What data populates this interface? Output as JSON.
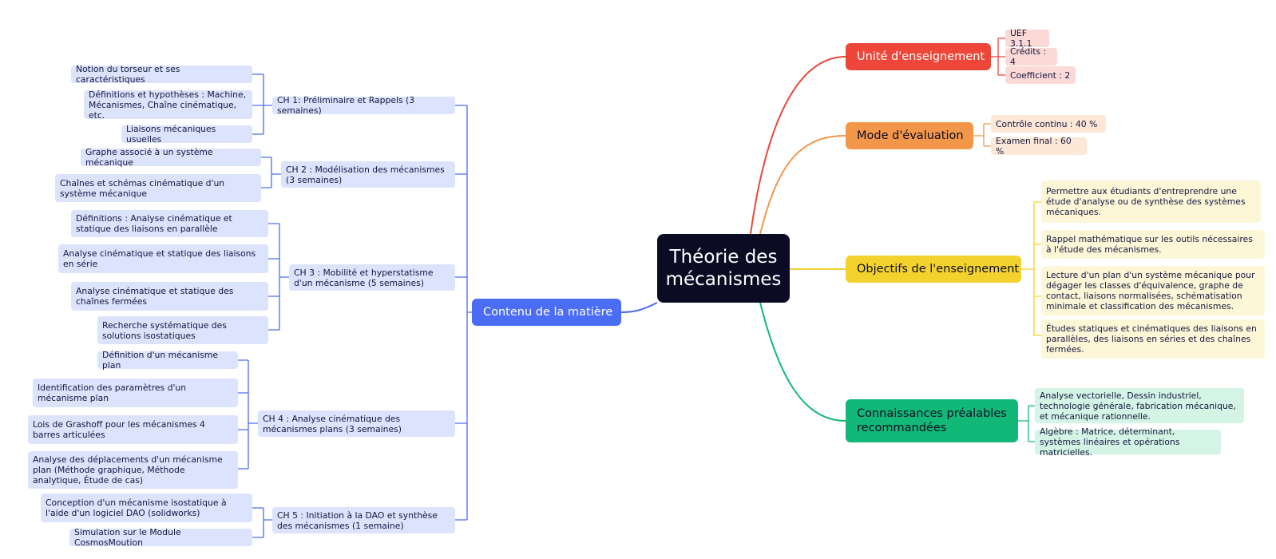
{
  "central": {
    "title": "Théorie des mécanismes"
  },
  "colors": {
    "central": "#0b0c24",
    "unite": "#ee4638",
    "mode": "#f2974a",
    "objectifs": "#f3d22e",
    "connaissances": "#12b878",
    "contenu": "#4b6cf5"
  },
  "unite": {
    "label": "Unité d'enseignement",
    "items": [
      "UEF 3.1.1",
      "Crédits : 4",
      "Coefficient : 2"
    ]
  },
  "mode": {
    "label": "Mode d'évaluation",
    "items": [
      "Contrôle continu : 40 %",
      "Examen final : 60 %"
    ]
  },
  "objectifs": {
    "label": "Objectifs de l'enseignement",
    "items": [
      "Permettre aux étudiants d'entreprendre une étude d'analyse ou de synthèse des systèmes mécaniques.",
      "Rappel mathématique sur les outils nécessaires à l'étude des mécanismes.",
      "Lecture d'un plan d'un système mécanique pour dégager les classes d'équivalence, graphe de contact, liaisons normalisées, schématisation minimale et classification des mécanismes.",
      "Études statiques et cinématiques des liaisons en parallèles, des liaisons en séries et des chaînes fermées."
    ]
  },
  "connaissances": {
    "label": "Connaissances préalables recommandées",
    "items": [
      "Analyse vectorielle, Dessin industriel, technologie générale, fabrication mécanique, et mécanique rationnelle.",
      "Algèbre : Matrice, déterminant, systèmes linéaires et opérations matricielles."
    ]
  },
  "contenu": {
    "label": "Contenu de la matière",
    "chapters": [
      {
        "label": "CH 1: Préliminaire et Rappels (3 semaines)",
        "items": [
          "Notion du torseur et ses caractéristiques",
          "Définitions et hypothèses : Machine, Mécanismes, Chaîne cinématique, etc.",
          "Liaisons mécaniques usuelles"
        ]
      },
      {
        "label": "CH 2 : Modélisation des mécanismes (3 semaines)",
        "items": [
          "Graphe associé à un système mécanique",
          "Chaînes et schémas cinématique d'un système mécanique"
        ]
      },
      {
        "label": "CH 3 : Mobilité et hyperstatisme d'un mécanisme (5 semaines)",
        "items": [
          "Définitions : Analyse cinématique et statique des liaisons en parallèle",
          "Analyse cinématique et statique des liaisons en série",
          "Analyse cinématique et statique des chaînes fermées",
          "Recherche systématique des solutions isostatiques"
        ]
      },
      {
        "label": "CH 4 : Analyse cinématique des mécanismes plans (3 semaines)",
        "items": [
          "Définition d'un mécanisme plan",
          "Identification des paramètres d'un mécanisme plan",
          "Lois de Grashoff pour les mécanismes 4 barres articulées",
          "Analyse des déplacements d'un mécanisme plan (Méthode graphique, Méthode analytique, Étude de cas)"
        ]
      },
      {
        "label": "CH 5 : Initiation à la DAO et synthèse des mécanismes (1 semaine)",
        "items": [
          "Conception d'un mécanisme isostatique à l'aide d'un logiciel DAO (solidworks)",
          "Simulation sur le Module CosmosMoution"
        ]
      }
    ]
  }
}
